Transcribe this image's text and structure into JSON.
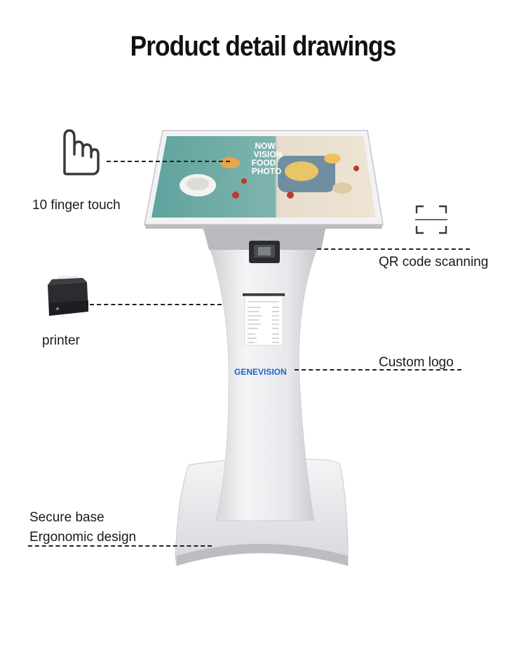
{
  "page": {
    "title": "Product detail drawings"
  },
  "callouts": {
    "touch": "10 finger touch",
    "qr": "QR code scanning",
    "printer": "printer",
    "logo": "Custom logo",
    "base_line1": "Secure base",
    "base_line2": "Ergonomic design"
  },
  "screen_ad": {
    "line1": "NOW",
    "line2": "VISION",
    "line3": "FOOD",
    "line4": "PHOTO"
  },
  "brand": {
    "logo_text": "GENEVISION",
    "accent": "#1e64c8"
  },
  "icons": {
    "touch": "hand-pointer-icon",
    "qr": "scan-frame-icon",
    "printer": "receipt-printer-icon"
  }
}
